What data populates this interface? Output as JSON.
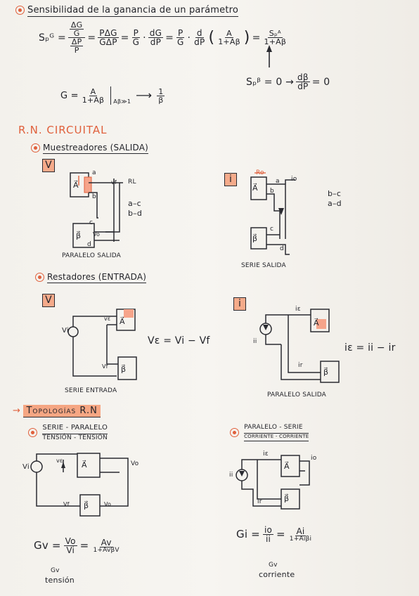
{
  "header": {
    "title": "Sensibilidad de la ganancia de un parámetro",
    "sens_lhs": "Sₚᴳ =",
    "frac1_num_top": "ΔG",
    "frac1_num_bot": "G",
    "frac1_den_top": "ΔP",
    "frac1_den_bot": "P",
    "eq2": "=",
    "frac2_num": "PΔG",
    "frac2_den": "GΔP",
    "eq3": "=",
    "frac3_num": "P",
    "frac3_den": "G",
    "dot1": "·",
    "frac4_num": "dG",
    "frac4_den": "dP",
    "eq4": "=",
    "frac5_num": "P",
    "frac5_den": "G",
    "dot2": "·",
    "frac6_num": "d",
    "frac6_den": "dP",
    "frac7_num": "A",
    "frac7_den": "1+Aβ",
    "eq5": "=",
    "frac8_num": "Sₚᴬ",
    "frac8_den": "1+Aβ",
    "sens_beta": "Sₚᵝ = 0 →",
    "frac9_num": "dβ",
    "frac9_den": "dP",
    "sens_beta_end": "= 0",
    "g_lhs": "G =",
    "g_num": "A",
    "g_den": "1+Aβ",
    "g_limit": "Aβ≫1",
    "g_res_num": "1",
    "g_res_den": "β"
  },
  "section_rn": {
    "title": "R.N. CIRCUITAL",
    "muestreadores": {
      "title": "Muestreadores (SALIDA)",
      "v_label": "V",
      "i_label": "i",
      "diag1_caption": "PARALELO SALIDA",
      "diag1_side": [
        "a–c",
        "b–d"
      ],
      "diag2_caption": "SERIE SALIDA",
      "diag2_side": [
        "b–c",
        "a–d"
      ],
      "labels": {
        "A": "A⃗",
        "B": "β⃗",
        "RL": "RL",
        "vf": "vf",
        "vo": "Vo",
        "a": "a",
        "b": "b",
        "c": "c",
        "d": "d",
        "io": "io",
        "ro": "Ro"
      }
    },
    "restadores": {
      "title": "Restadores (ENTRADA)",
      "v_label": "V",
      "i_label": "i",
      "diag3_caption": "SERIE ENTRADA",
      "diag3_eq": "Vε = Vi − Vf",
      "diag4_caption": "PARALELO SALIDA",
      "diag4_eq": "iε = ii − ir",
      "labels": {
        "vi": "Vi",
        "ve": "vε",
        "vf": "Vf",
        "ie": "iε",
        "ii": "ii",
        "ir": "ir"
      }
    }
  },
  "section_topologias": {
    "title": "Topologías R.N",
    "t1": {
      "title": "SERIE - PARALELO",
      "subtitle": "TENSIÓN - TENSIÓN",
      "gain_lhs": "Gv =",
      "f1_num": "Vo",
      "f1_den": "Vi",
      "eq": "=",
      "f2_num": "Av",
      "f2_den": "1+AvβV",
      "note1": "Gv",
      "note2": "tensión"
    },
    "t2": {
      "title": "PARALELO - SERIE",
      "subtitle": "CORRIENTE - CORRIENTE",
      "gain_lhs": "Gi =",
      "f1_num": "io",
      "f1_den": "ii",
      "eq": "=",
      "f2_num": "Ai",
      "f2_den": "1+Aiβi",
      "note1": "Gv",
      "note2": "corriente"
    }
  },
  "colors": {
    "ink": "#23242a",
    "orange": "#e0603c",
    "highlight": "#f58c5f",
    "paper": "#f5f3ee"
  }
}
